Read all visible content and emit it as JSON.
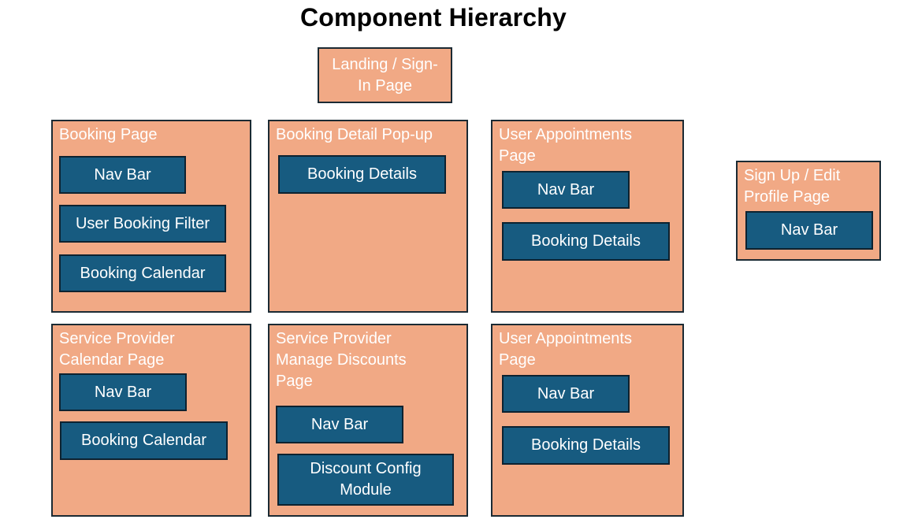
{
  "title": "Component Hierarchy",
  "landing": {
    "label": "Landing / Sign-\nIn Page"
  },
  "booking_page": {
    "label": "Booking Page",
    "components": [
      "Nav Bar",
      "User Booking Filter",
      "Booking Calendar"
    ]
  },
  "booking_detail_popup": {
    "label": "Booking Detail Pop-up",
    "components": [
      "Booking Details"
    ]
  },
  "user_appointments_1": {
    "label": "User Appointments\nPage",
    "components": [
      "Nav Bar",
      "Booking Details"
    ]
  },
  "signup_edit_profile": {
    "label": "Sign Up / Edit\nProfile Page",
    "components": [
      "Nav Bar"
    ]
  },
  "provider_calendar": {
    "label": "Service Provider\nCalendar Page",
    "components": [
      "Nav Bar",
      "Booking Calendar"
    ]
  },
  "provider_discounts": {
    "label": "Service Provider\nManage Discounts\nPage",
    "components": [
      "Nav Bar",
      "Discount Config\nModule"
    ]
  },
  "user_appointments_2": {
    "label": "User Appointments\nPage",
    "components": [
      "Nav Bar",
      "Booking Details"
    ]
  },
  "colors": {
    "page_fill": "#f1a985",
    "component_fill": "#175b80",
    "border": "#1b2a33"
  }
}
